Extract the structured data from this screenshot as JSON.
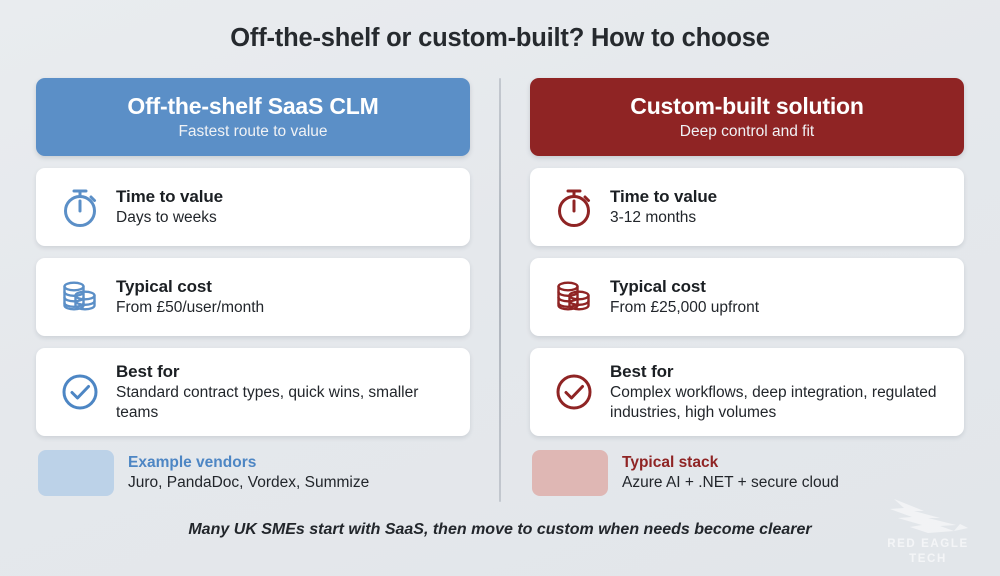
{
  "title": "Off-the-shelf or custom-built? How to choose",
  "colors": {
    "background": "#e6e9ed",
    "blue_accent": "#5b8fc7",
    "red_accent": "#8f2424",
    "blue_swatch": "#bcd2e8",
    "red_swatch": "#dfb7b4",
    "card_background": "#ffffff",
    "title_text": "#262a2e"
  },
  "columns": [
    {
      "id": "off-the-shelf",
      "header": {
        "title": "Off-the-shelf SaaS CLM",
        "subtitle": "Fastest route to value"
      },
      "cards": [
        {
          "icon": "stopwatch-icon",
          "label": "Time to value",
          "value": "Days to weeks"
        },
        {
          "icon": "coins-icon",
          "label": "Typical cost",
          "value": "From £50/user/month"
        },
        {
          "icon": "check-circle-icon",
          "label": "Best for",
          "value": "Standard contract types, quick wins, smaller teams"
        }
      ],
      "footnote": {
        "label": "Example vendors",
        "value": "Juro, PandaDoc, Vordex, Summize"
      }
    },
    {
      "id": "custom-built",
      "header": {
        "title": "Custom-built solution",
        "subtitle": "Deep control and fit"
      },
      "cards": [
        {
          "icon": "stopwatch-icon",
          "label": "Time to value",
          "value": "3-12 months"
        },
        {
          "icon": "coins-icon",
          "label": "Typical cost",
          "value": "From £25,000 upfront"
        },
        {
          "icon": "check-circle-icon",
          "label": "Best for",
          "value": "Complex workflows, deep integration, regulated industries, high volumes"
        }
      ],
      "footnote": {
        "label": "Typical stack",
        "value": "Azure AI + .NET + secure cloud"
      }
    }
  ],
  "footer_note": "Many UK SMEs start with SaaS, then move to custom when needs become clearer",
  "logo": {
    "mark": "eagle-icon",
    "line1": "RED EAGLE",
    "line2": "TECH"
  }
}
